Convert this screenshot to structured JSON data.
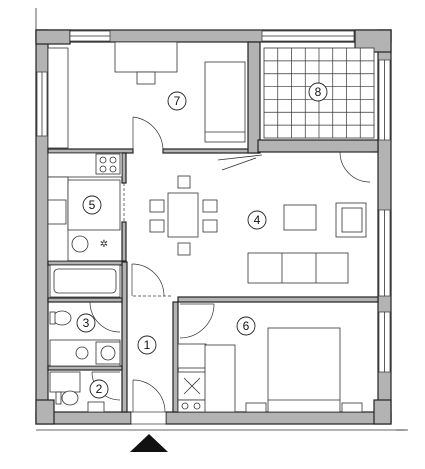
{
  "plan": {
    "title": "",
    "subtitle": "",
    "rooms": [
      {
        "id": "1",
        "label": "1"
      },
      {
        "id": "2",
        "label": "2"
      },
      {
        "id": "3",
        "label": "3"
      },
      {
        "id": "4",
        "label": "4"
      },
      {
        "id": "5",
        "label": "5"
      },
      {
        "id": "6",
        "label": "6"
      },
      {
        "id": "7",
        "label": "7"
      },
      {
        "id": "8",
        "label": "8"
      }
    ],
    "colors": {
      "wall_fill": "#b3b3b3",
      "line": "#222222",
      "background": "#ffffff"
    },
    "icons": {
      "entrance": "entrance-arrow-icon"
    }
  }
}
